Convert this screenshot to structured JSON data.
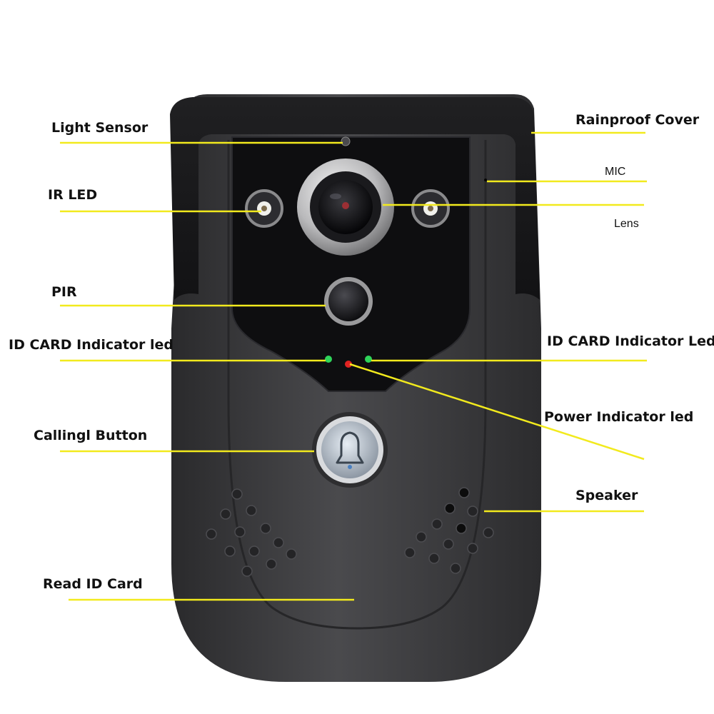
{
  "colors": {
    "callout_line": "#f2ea1d",
    "housing": "#3c3c3e",
    "face_panel": "#0e0e10",
    "led_green": "#2fd45a",
    "led_red": "#e02222",
    "text": "#111111"
  },
  "labels": {
    "light_sensor": "Light Sensor",
    "ir_led": "IR LED",
    "pir": "PIR",
    "id_card_led_left": "ID CARD Indicator led",
    "calling_button": "Callingl Button",
    "read_id_card": "Read ID Card",
    "rainproof_cover": "Rainproof Cover",
    "mic": "MIC",
    "lens": "Lens",
    "id_card_led_right": "ID CARD Indicator Led",
    "power_led": "Power Indicator led",
    "speaker": "Speaker"
  },
  "icons": {
    "button_icon": "bell-icon"
  }
}
